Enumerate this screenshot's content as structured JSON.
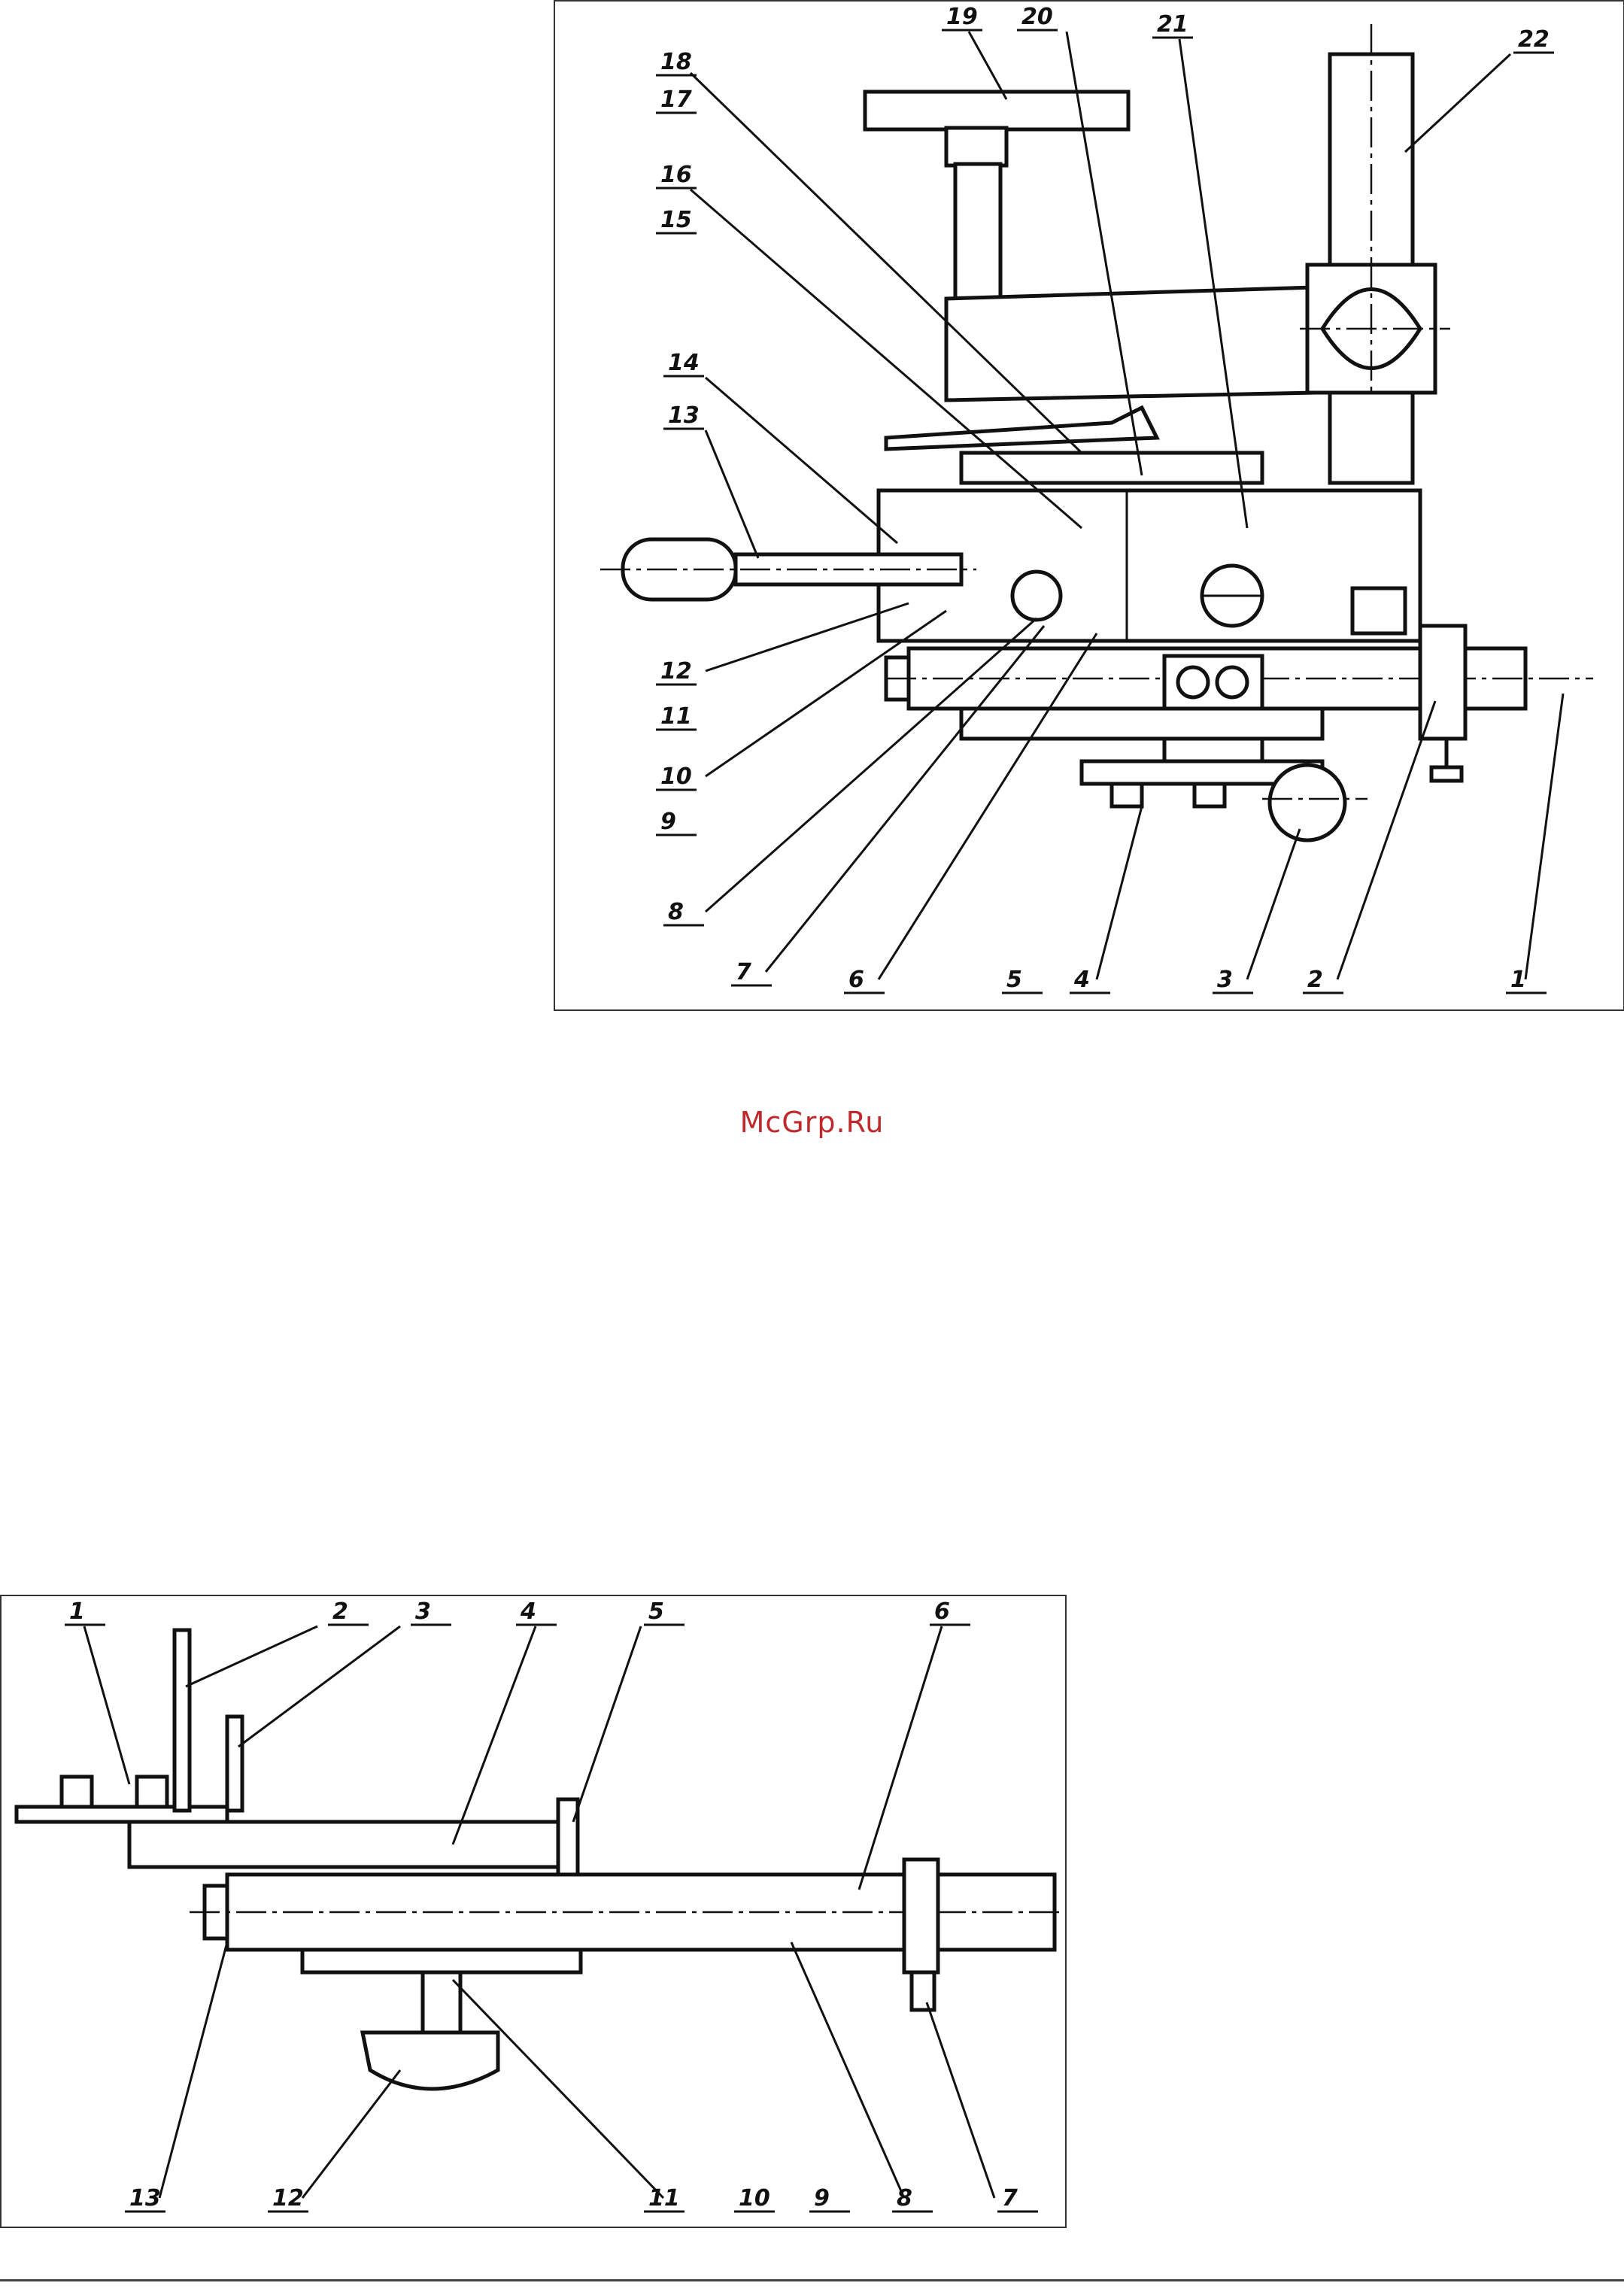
{
  "watermark": {
    "text": "McGrp.Ru",
    "color": "#c0282b"
  },
  "figure_top": {
    "callouts": [
      "19",
      "20",
      "21",
      "22",
      "18",
      "17",
      "16",
      "15",
      "14",
      "13",
      "12",
      "11",
      "10",
      "9",
      "8",
      "7",
      "6",
      "5",
      "4",
      "3",
      "2",
      "1"
    ]
  },
  "figure_bottom": {
    "callouts": [
      "1",
      "2",
      "3",
      "4",
      "5",
      "6",
      "13",
      "12",
      "11",
      "10",
      "9",
      "8",
      "7"
    ]
  }
}
